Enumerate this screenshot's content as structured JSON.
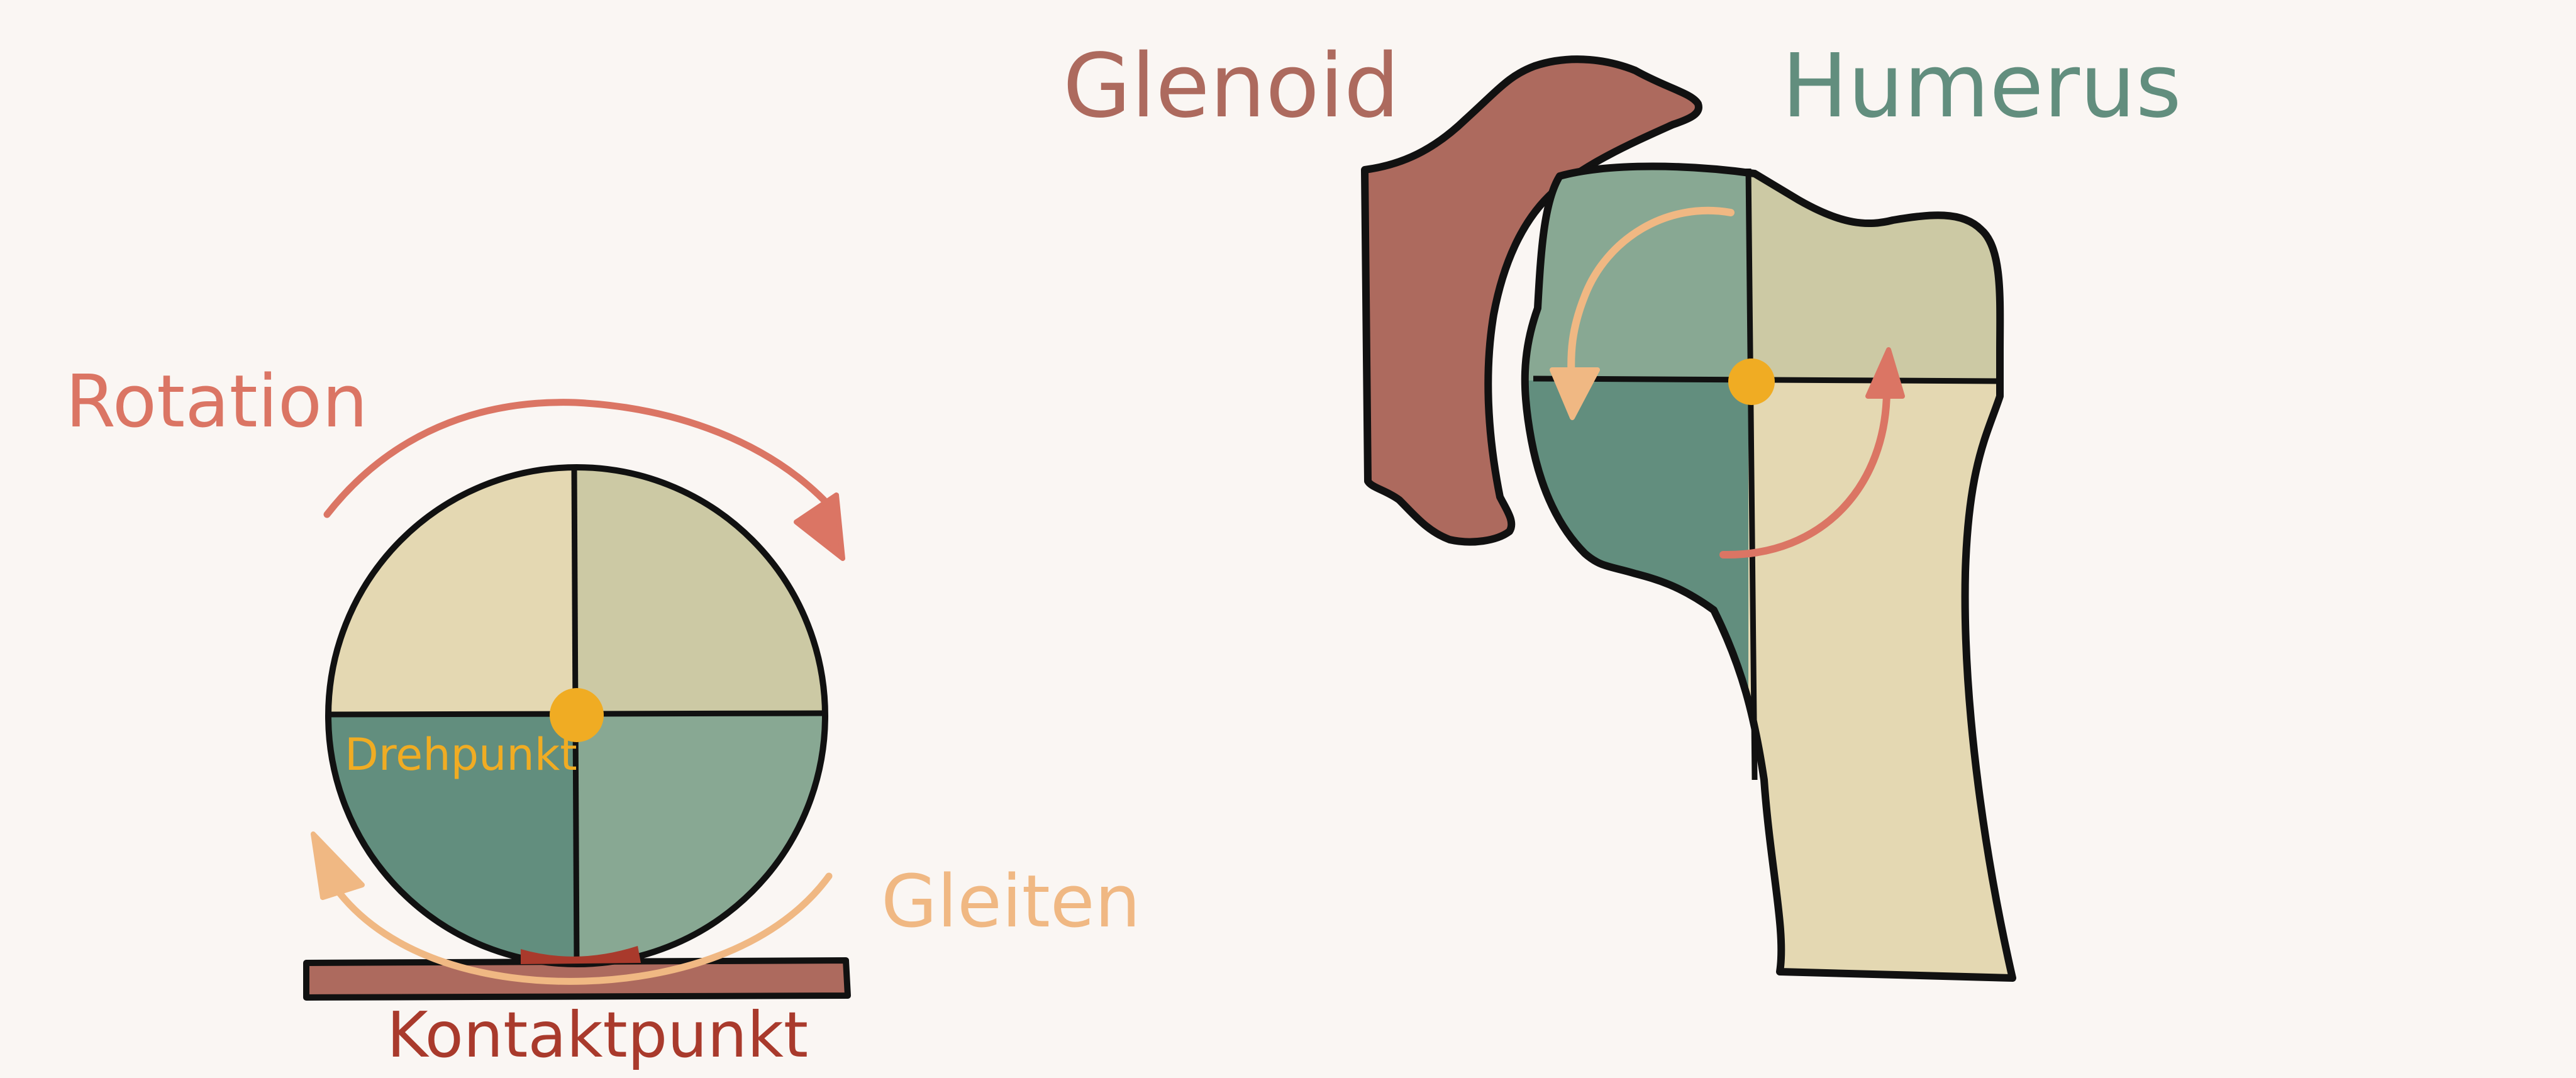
{
  "labels": {
    "rotation": "Rotation",
    "drehpunkt": "Drehpunkt",
    "gleiten": "Gleiten",
    "kontaktpunkt": "Kontaktpunkt",
    "glenoid": "Glenoid",
    "humerus": "Humerus"
  },
  "colors": {
    "background": "#faf6f3",
    "outline": "#111111",
    "quadrant_top_left": "#e4d8b2",
    "quadrant_top_right": "#ccc9a4",
    "quadrant_bottom_left": "#628e7e",
    "quadrant_bottom_right": "#88a893",
    "pivot": "#f0ac23",
    "rotation_arrow": "#db7564",
    "glide_arrow": "#f0b883",
    "contact_surface": "#ad6a5e",
    "contact_patch": "#a93a2c",
    "glenoid_text": "#ad6a5e",
    "humerus_text": "#628e7e",
    "kontaktpunkt_text": "#a93a2c"
  },
  "icons": {
    "pivot": "orange-dot",
    "rotation": "curved-arrow-clockwise",
    "gleiten": "curved-arrow-counterclockwise"
  }
}
